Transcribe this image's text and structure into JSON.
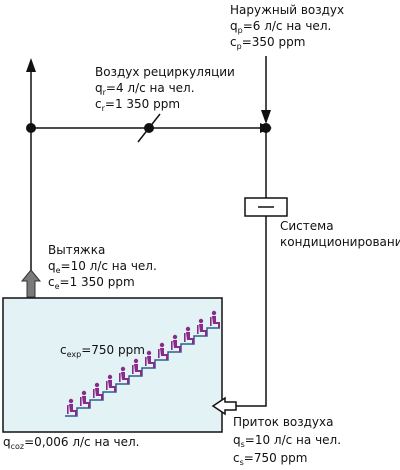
{
  "outdoor_air": {
    "title": "Наружный воздух",
    "q_sym": "q",
    "q_sub": "p",
    "q_val": "=6 л/с на чел.",
    "c_sym": "c",
    "c_sub": "p",
    "c_val": "=350 ppm"
  },
  "recirculation_air": {
    "title": "Воздух рециркуляции",
    "q_sym": "q",
    "q_sub": "r",
    "q_val": "=4 л/с на чел.",
    "c_sym": "c",
    "c_sub": "r",
    "c_val": "=1 350 ppm"
  },
  "conditioning_system": {
    "line1": "Система",
    "line2": "кондиционирования"
  },
  "exhaust": {
    "title": "Вытяжка",
    "q_sym": "q",
    "q_sub": "e",
    "q_val": "=10 л/с на чел.",
    "c_sym": "c",
    "c_sub": "e",
    "c_val": "=1 350 ppm"
  },
  "room": {
    "c_sym": "c",
    "c_sub": "exp",
    "c_val": "=750 ppm",
    "q_sym": "q",
    "q_sub": "coz",
    "q_val": "=0,006 л/с на чел.",
    "people_count": 12
  },
  "supply_air": {
    "title": "Приток воздуха",
    "q_sym": "q",
    "q_sub": "s",
    "q_val": "=10 л/с на чел.",
    "c_sym": "c",
    "c_sub": "s",
    "c_val": "=750 ppm"
  },
  "colors": {
    "line": "#111111",
    "room_fill": "#e3f2f5",
    "stair": "#2d5e8c",
    "person": "#8a2a8a",
    "exhaust_arrow": "#7a7a7a"
  }
}
